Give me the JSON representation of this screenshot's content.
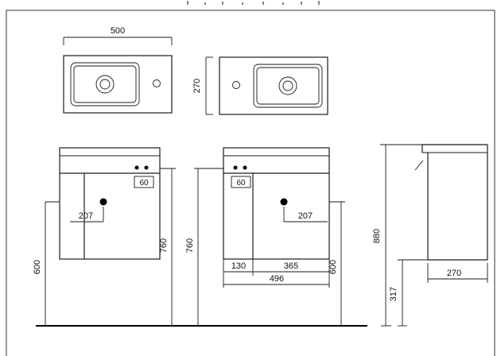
{
  "labels": {
    "plan_left_width": "500",
    "plan_right_depth": "270",
    "front_left_hole_offset": "60",
    "front_left_knob_offset": "207",
    "front_left_knob_height": "600",
    "front_left_counter_height": "760",
    "front_right_hole_offset": "60",
    "front_right_knob_offset": "207",
    "front_right_counter_height": "760",
    "front_right_knob_height": "600",
    "front_right_panel_width": "130",
    "front_right_door_width": "365",
    "front_right_total_width": "496",
    "side_total_height": "880",
    "side_bottom_clearance": "317",
    "side_depth": "270"
  }
}
